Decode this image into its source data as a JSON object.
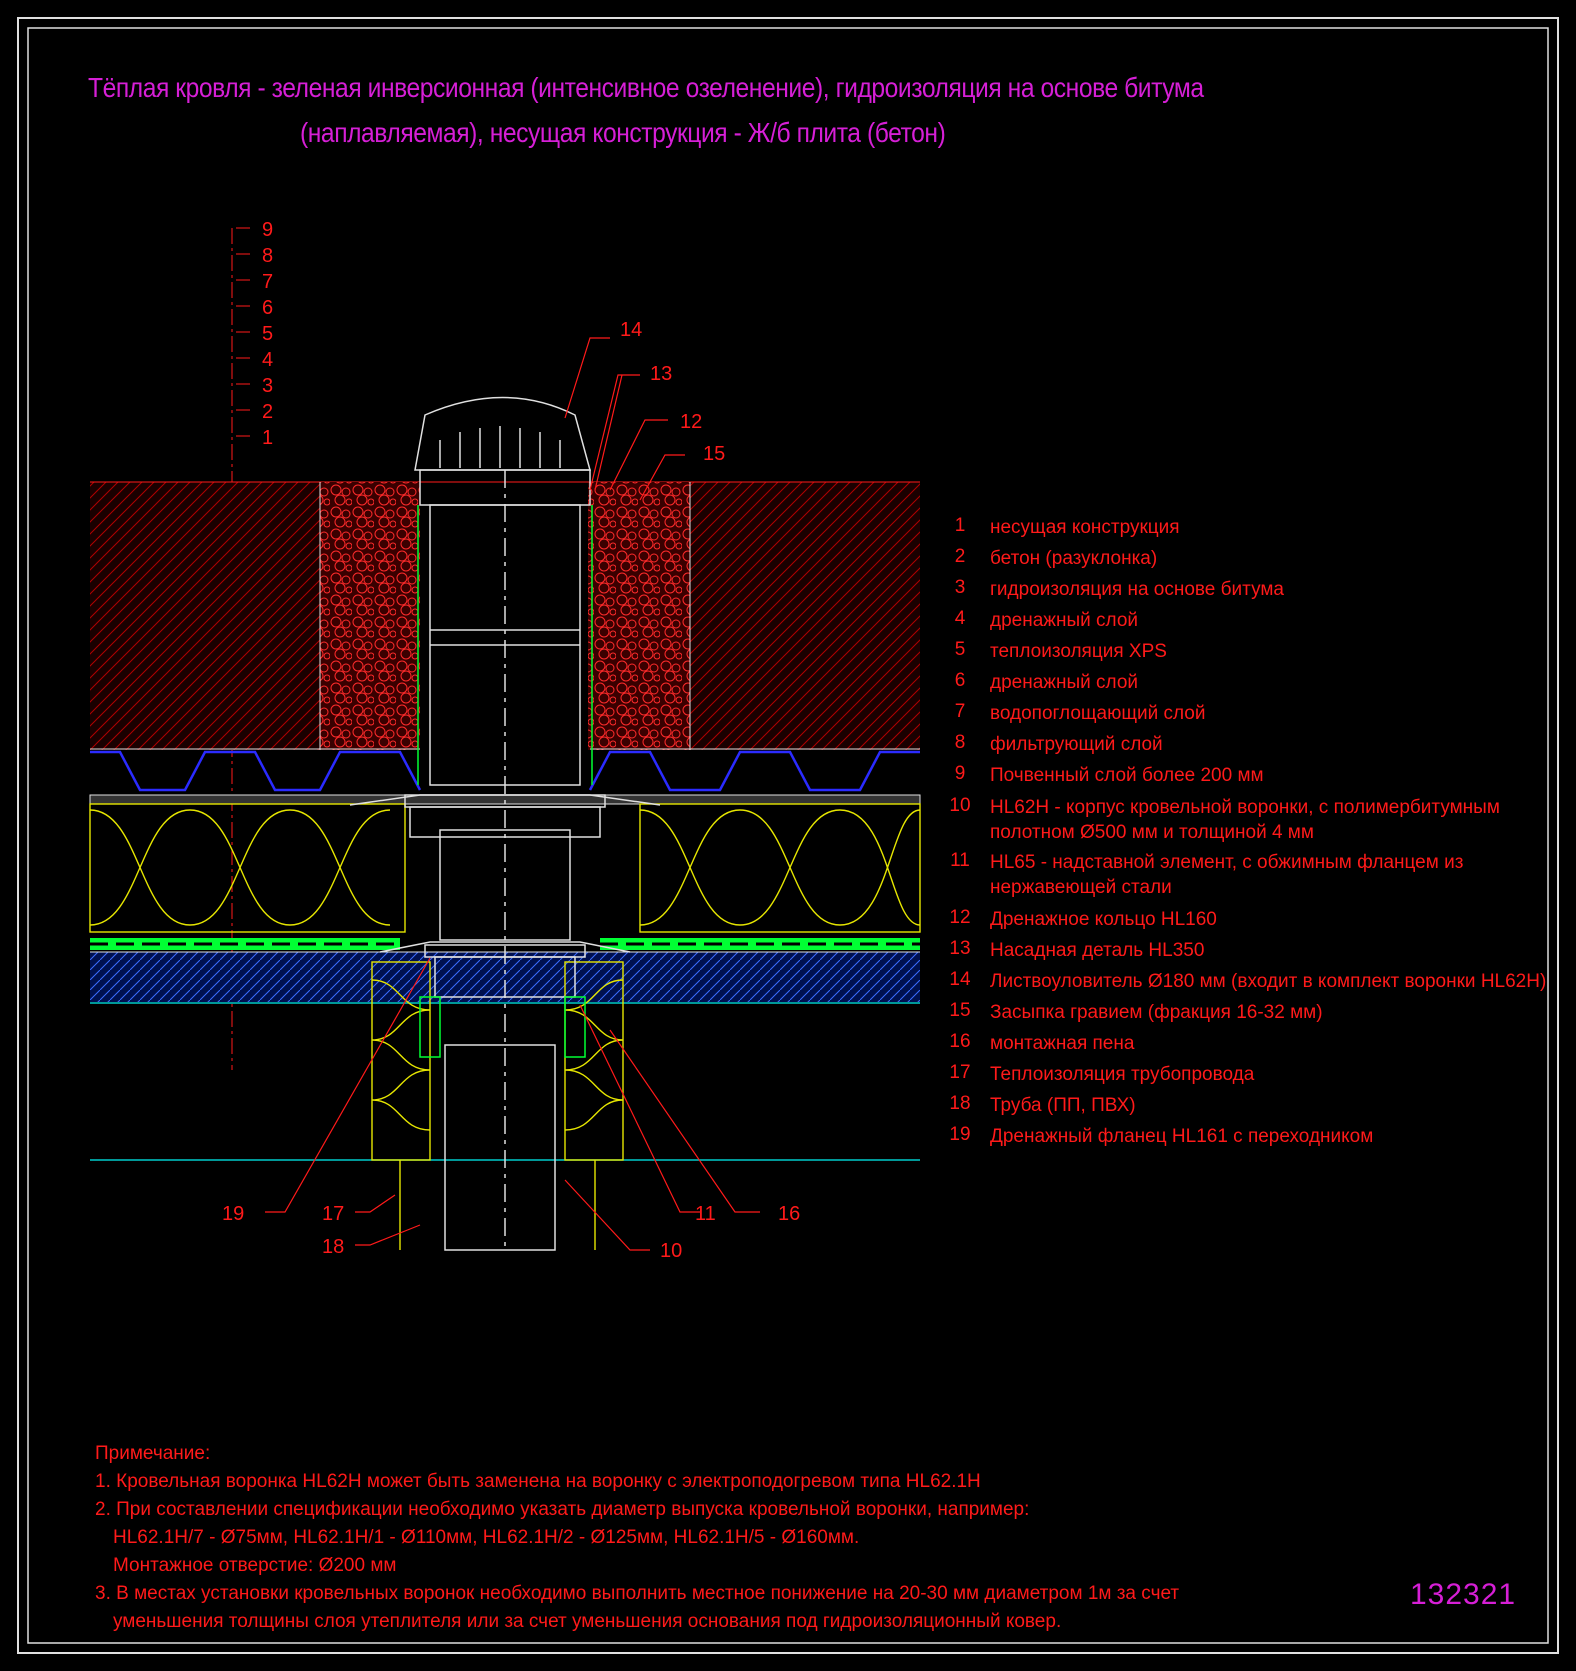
{
  "title": {
    "line1": "Тёплая кровля - зеленая инверсионная (интенсивное озеленение), гидроизоляция на основе битума",
    "line2": "(наплавляемая), несущая конструкция - Ж/б плита (бетон)"
  },
  "layer_scale": [
    "9",
    "8",
    "7",
    "6",
    "5",
    "4",
    "3",
    "2",
    "1"
  ],
  "callouts": [
    "14",
    "13",
    "12",
    "15",
    "19",
    "17",
    "18",
    "10",
    "11",
    "16"
  ],
  "legend": [
    {
      "num": "1",
      "text": "несущая конструкция"
    },
    {
      "num": "2",
      "text": "бетон (разуклонка)"
    },
    {
      "num": "3",
      "text": "гидроизоляция на основе битума"
    },
    {
      "num": "4",
      "text": "дренажный   слой"
    },
    {
      "num": "5",
      "text": "теплоизоляция XPS"
    },
    {
      "num": "6",
      "text": "дренажный   слой"
    },
    {
      "num": "7",
      "text": "водопоглощающий слой"
    },
    {
      "num": "8",
      "text": "фильтрующий слой"
    },
    {
      "num": "9",
      "text": "Почвенный слой более 200 мм"
    },
    {
      "num": "10",
      "text": "HL62H - корпус кровельной воронки, с полимербитумным",
      "text2": "полотном Ø500 мм и толщиной 4 мм"
    },
    {
      "num": "11",
      "text": "HL65 - надставной элемент, с обжимным фланцем из",
      "text2": "нержавеющей стали"
    },
    {
      "num": "12",
      "text": "Дренажное кольцо HL160"
    },
    {
      "num": "13",
      "text": "Насадная деталь HL350"
    },
    {
      "num": "14",
      "text": "Листвоуловитель Ø180 мм (входит в комплект воронки HL62H)"
    },
    {
      "num": "15",
      "text": "Засыпка гравием (фракция 16-32 мм)"
    },
    {
      "num": "16",
      "text": "монтажная пена"
    },
    {
      "num": "17",
      "text": "Теплоизоляция трубопровода"
    },
    {
      "num": "18",
      "text": "Труба (ПП, ПВХ)"
    },
    {
      "num": "19",
      "text": "Дренажный фланец HL161 с переходником"
    }
  ],
  "notes": {
    "heading": "Примечание:",
    "n1": "1. Кровельная воронка HL62H может быть заменена на воронку с электроподогревом типа HL62.1H",
    "n2": "2. При составлении спецификации необходимо указать диаметр выпуска кровельной воронки, например:",
    "n2b": "HL62.1H/7 - Ø75мм, HL62.1H/1 - Ø110мм, HL62.1H/2 - Ø125мм, HL62.1H/5 - Ø160мм.",
    "n2c": "Монтажное отверстие: Ø200 мм",
    "n3": "3. В местах установки кровельных воронок необходимо выполнить местное понижение на 20-30 мм диаметром 1м за счет",
    "n3b": "уменьшения толщины слоя утеплителя или за счет уменьшения основания под гидроизоляционный ковер."
  },
  "drawing_code": "132321",
  "colors": {
    "background": "#000000",
    "title": "#d61fd6",
    "labels": "#ff1a1a",
    "soil": "#a00000",
    "insulation": "#e6e600",
    "membrane": "#2b2bff",
    "drainage": "#00ff33",
    "concrete": "#3a6bff",
    "cyan": "#00cccc"
  }
}
